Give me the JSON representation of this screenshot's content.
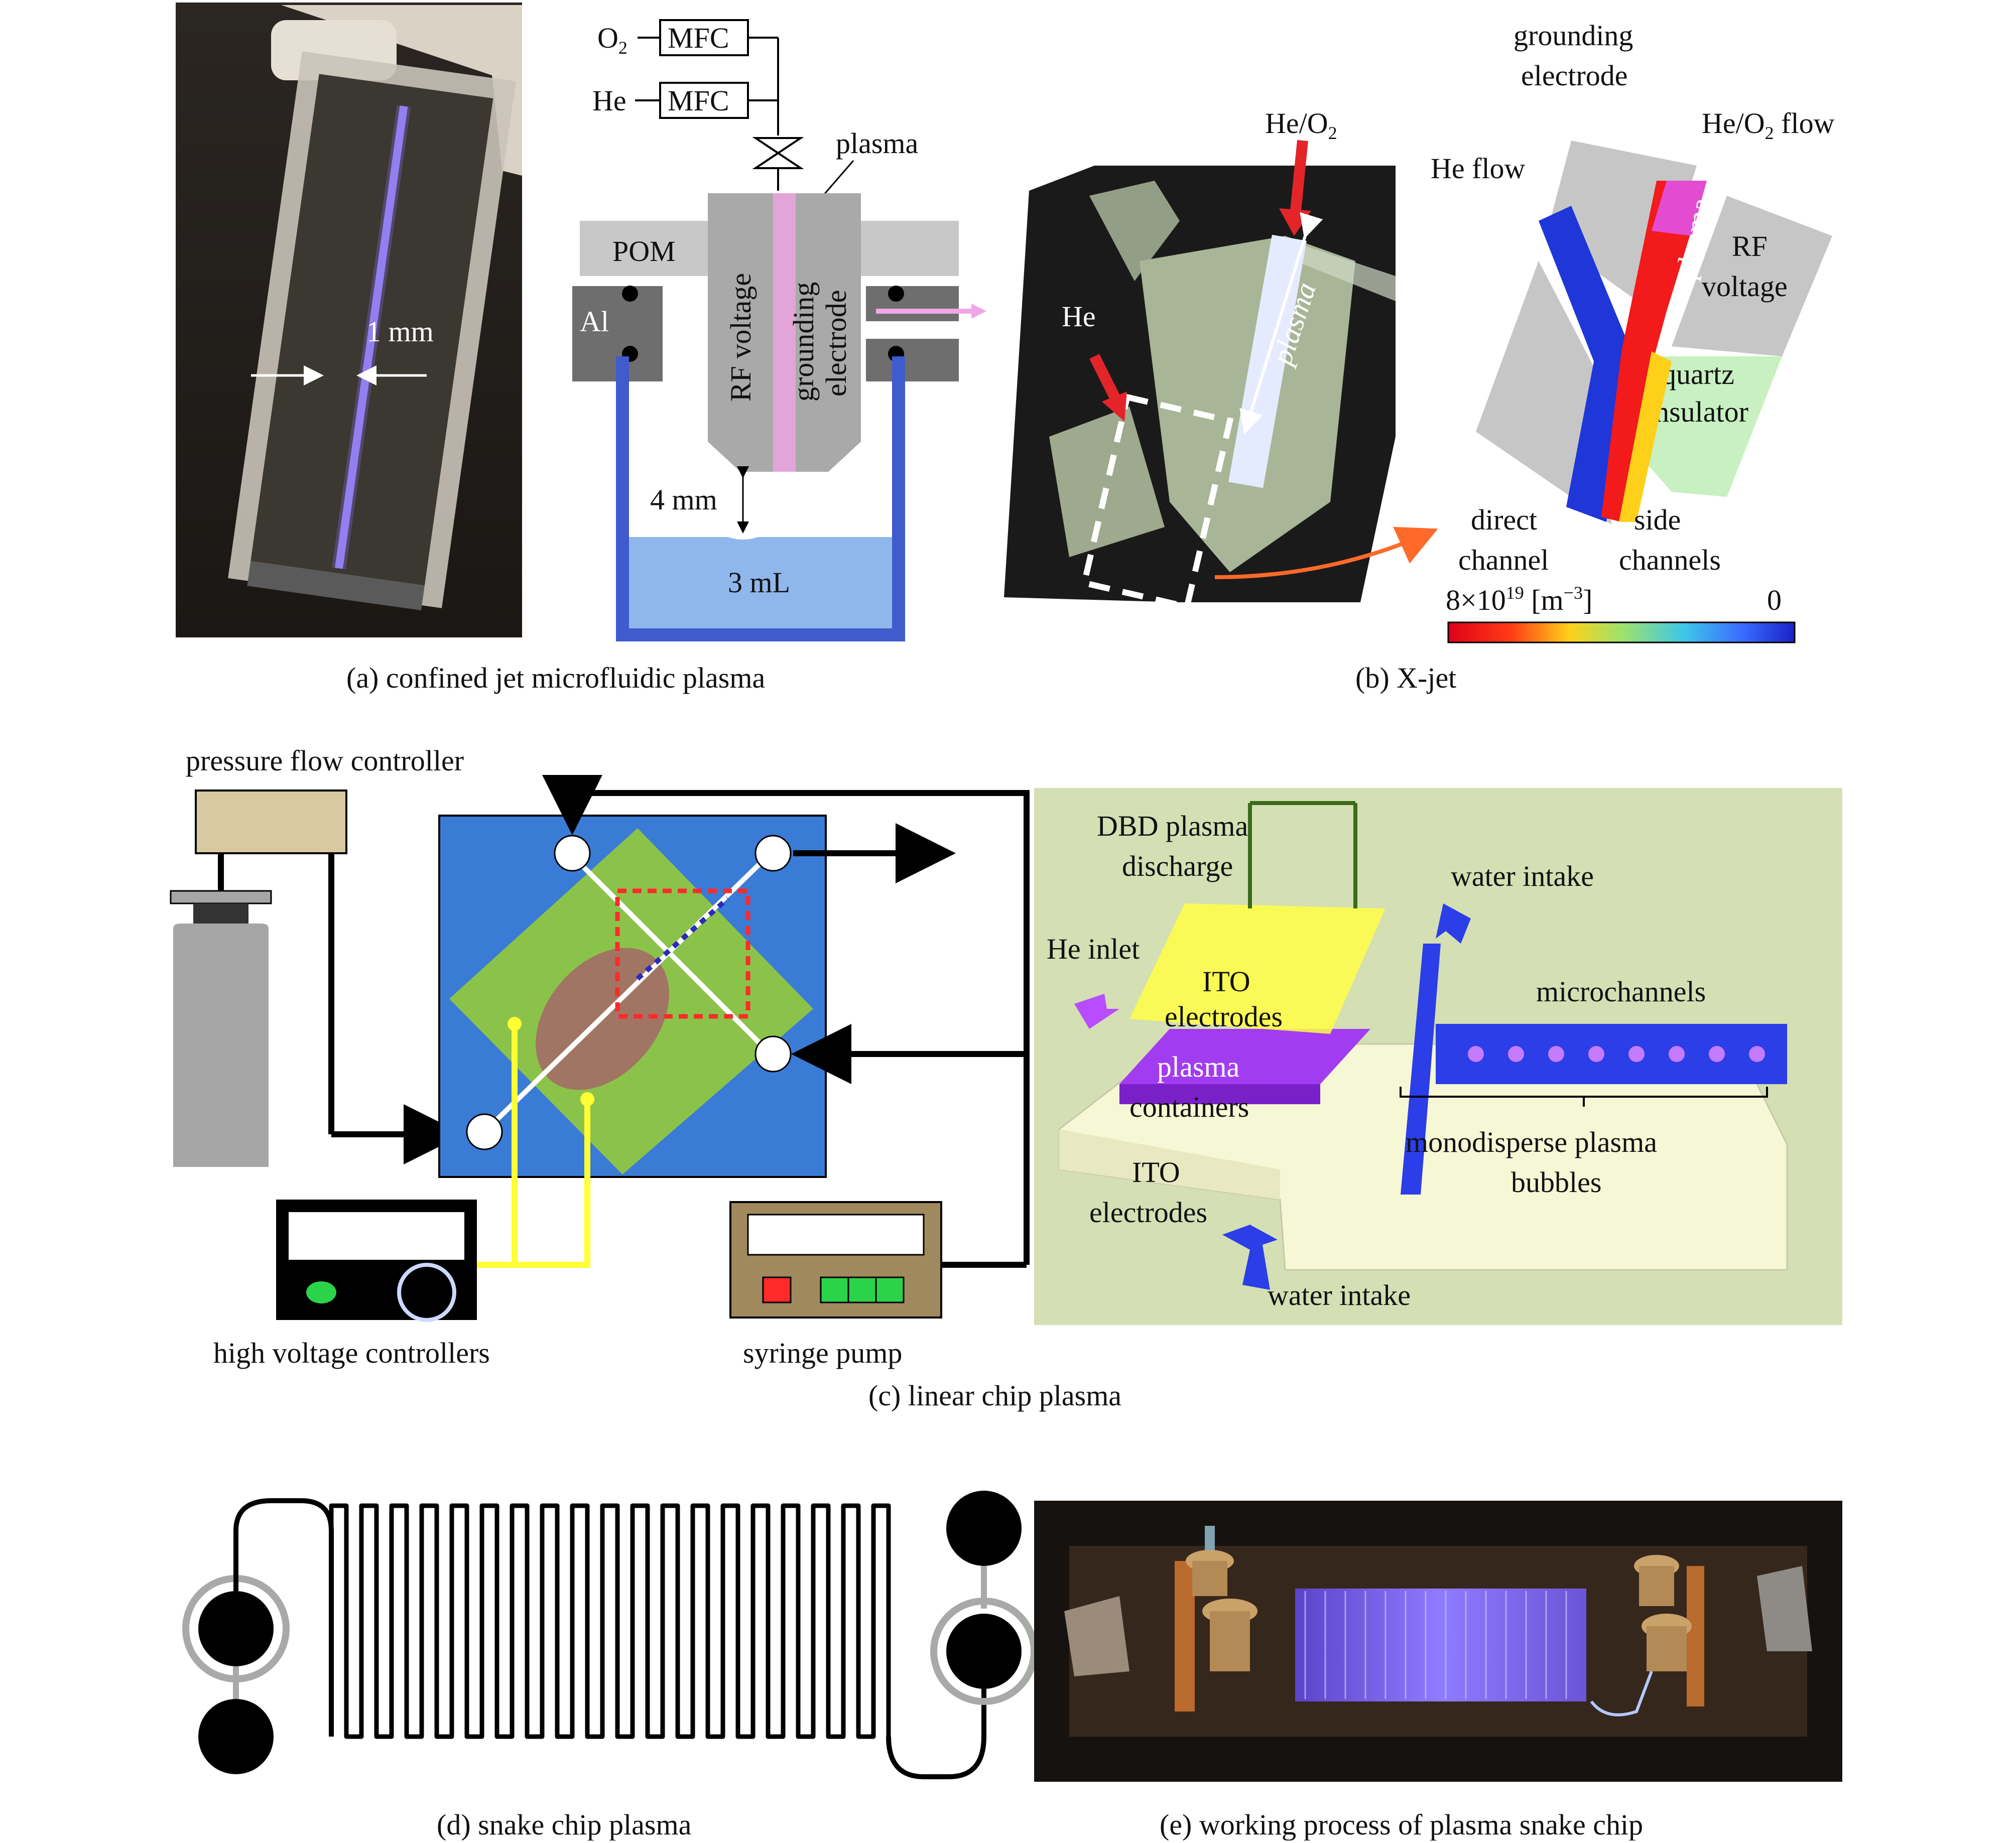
{
  "panel_a": {
    "photo_width_label": "1 mm",
    "o2_label": "O",
    "o2_sub": "2",
    "he_label": "He",
    "mfc_top": "MFC",
    "mfc_bottom": "MFC",
    "plasma_label": "plasma",
    "pom_label": "POM",
    "al_label": "Al",
    "rf_label": "RF voltage",
    "grounding_label_1": "grounding",
    "grounding_label_2": "electrode",
    "gap_label": "4 mm",
    "volume_label": "3 mL",
    "caption": "(a) confined jet microfluidic plasma"
  },
  "panel_b": {
    "he_o2_label": "He/O",
    "he_o2_sub": "2",
    "he_label": "He",
    "plasma_label": "plasma",
    "grounding_1": "grounding",
    "grounding_2": "electrode",
    "he_o2_flow": "He/O",
    "he_o2_flow_sub": "2",
    "he_o2_flow_tail": " flow",
    "he_flow": "He flow",
    "plasma_in_channel": "plasma",
    "rf_1": "RF",
    "rf_2": "voltage",
    "quartz_1": "quartz",
    "quartz_2": "insulator",
    "direct_1": "direct",
    "direct_2": "channel",
    "side_1": "side",
    "side_2": "channels",
    "scale_max": "8×10",
    "scale_max_exp": "19",
    "scale_unit": " [m",
    "scale_unit_exp": "−3",
    "scale_unit_tail": "]",
    "scale_min": "0",
    "caption": "(b) X-jet"
  },
  "panel_c": {
    "pressure_controller": "pressure flow controller",
    "hv_controllers": "high voltage controllers",
    "syringe_pump": "syringe pump",
    "dbd_1": "DBD plasma",
    "dbd_2": "discharge",
    "water_intake_top": "water intake",
    "he_inlet": "He inlet",
    "ito_top_1": "ITO",
    "ito_top_2": "electrodes",
    "microchannels": "microchannels",
    "plasma_containers_1": "plasma",
    "plasma_containers_2": "containers",
    "mono_1": "monodisperse plasma",
    "mono_2": "bubbles",
    "ito_bottom_1": "ITO",
    "ito_bottom_2": "electrodes",
    "water_intake_bottom": "water intake",
    "caption": "(c) linear chip plasma"
  },
  "panel_d": {
    "caption": "(d) snake chip plasma"
  },
  "panel_e": {
    "caption": "(e) working process of  plasma snake chip"
  },
  "colors": {
    "chip_blue": "#3a7bd5",
    "chip_green": "#8bc34a",
    "panel_bg_green": "#d4dfb4",
    "plasma_purple": "#9b6bff",
    "yellow_wire": "#ffff33"
  }
}
